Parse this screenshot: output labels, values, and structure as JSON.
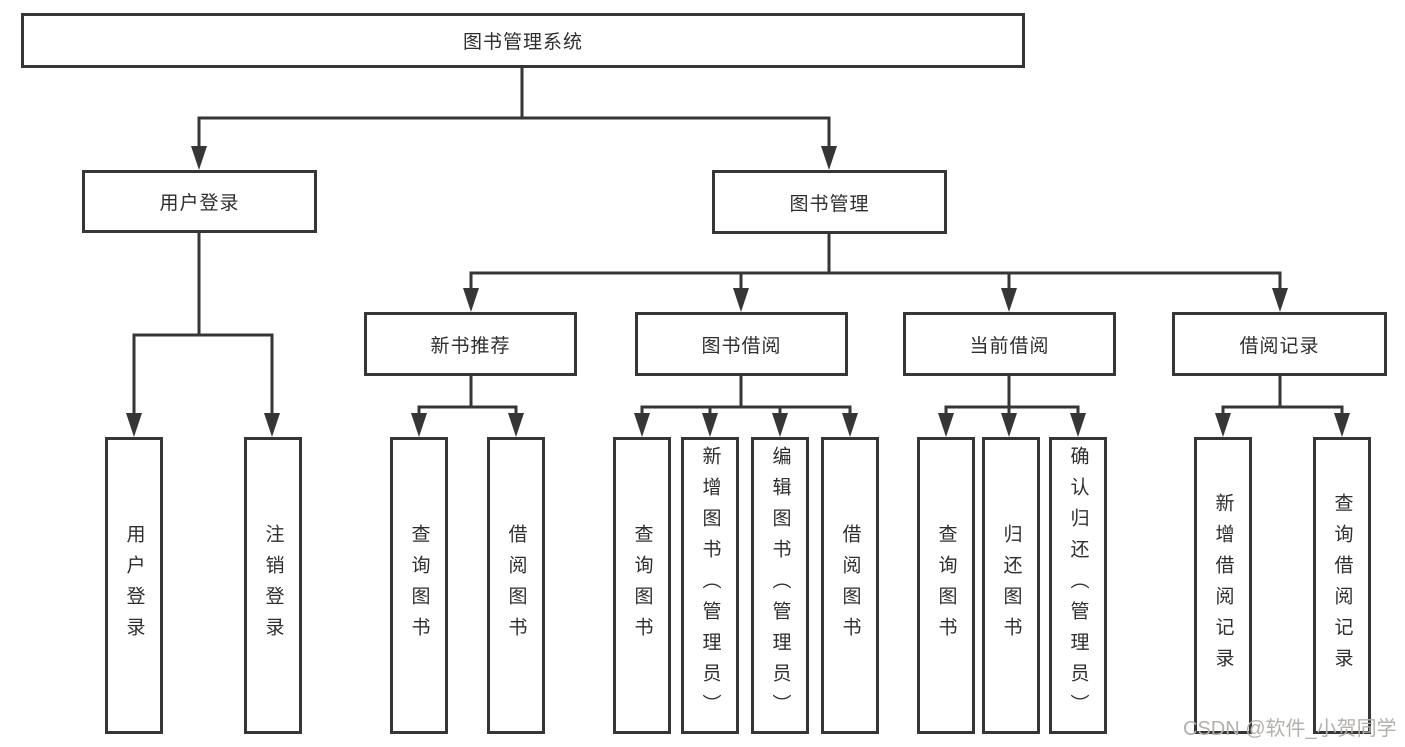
{
  "tree": {
    "label": "图书管理系统",
    "children": [
      {
        "label": "用户登录",
        "children": [
          {
            "label": "用户登录"
          },
          {
            "label": "注销登录"
          }
        ]
      },
      {
        "label": "图书管理",
        "children": [
          {
            "label": "新书推荐",
            "children": [
              {
                "label": "查询图书"
              },
              {
                "label": "借阅图书"
              }
            ]
          },
          {
            "label": "图书借阅",
            "children": [
              {
                "label": "查询图书"
              },
              {
                "label": "新增图书（管理员）"
              },
              {
                "label": "编辑图书（管理员）"
              },
              {
                "label": "借阅图书"
              }
            ]
          },
          {
            "label": "当前借阅",
            "children": [
              {
                "label": "查询图书"
              },
              {
                "label": "归还图书"
              },
              {
                "label": "确认归还（管理员）"
              }
            ]
          },
          {
            "label": "借阅记录",
            "children": [
              {
                "label": "新增借阅记录"
              },
              {
                "label": "查询借阅记录"
              }
            ]
          }
        ]
      }
    ]
  },
  "watermark": {
    "text": "CSDN @软件_小贺同学"
  },
  "colors": {
    "line": "#363636",
    "text": "#2e2e2e",
    "background": "#ffffff",
    "watermark": "#b3b0ad"
  }
}
